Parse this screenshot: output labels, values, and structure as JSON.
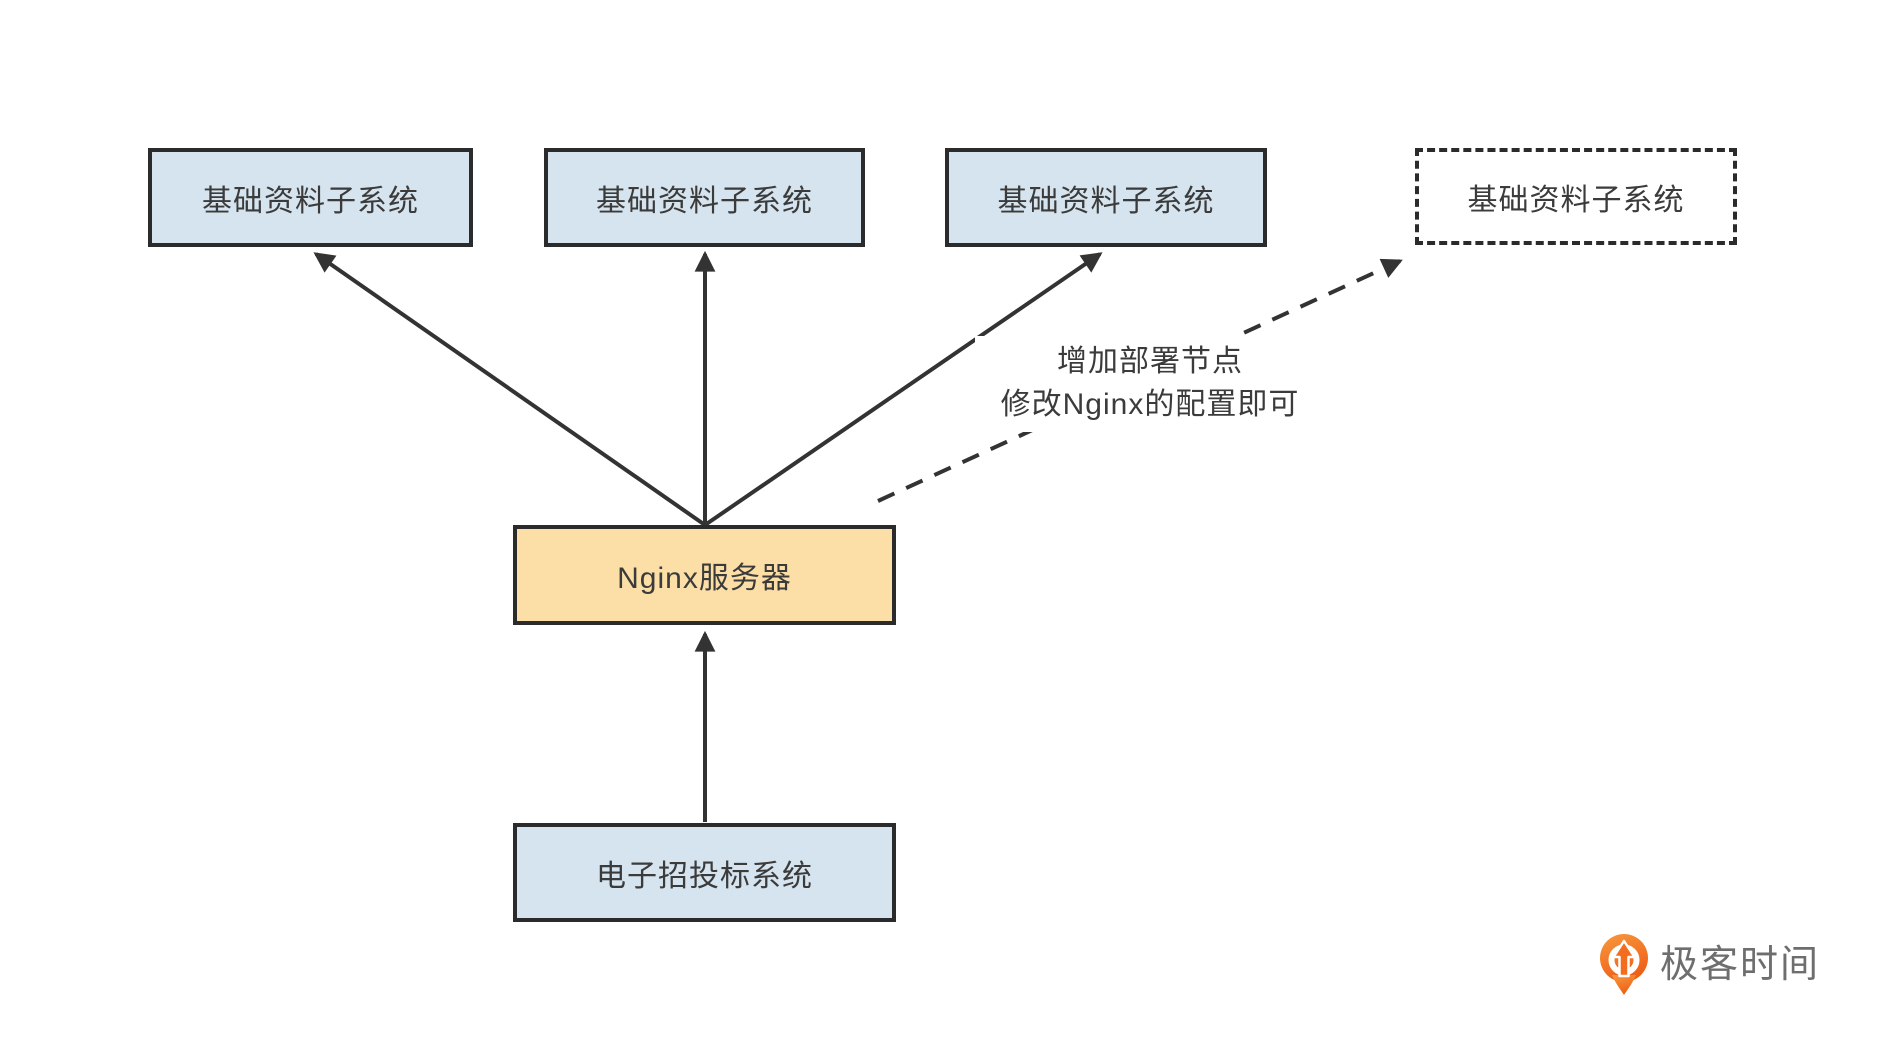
{
  "diagram": {
    "top_boxes": [
      {
        "label": "基础资料子系统"
      },
      {
        "label": "基础资料子系统"
      },
      {
        "label": "基础资料子系统"
      },
      {
        "label": "基础资料子系统"
      }
    ],
    "nginx_box": {
      "label": "Nginx服务器"
    },
    "source_box": {
      "label": "电子招投标系统"
    },
    "annotation": {
      "line1": "增加部署节点",
      "line2": "修改Nginx的配置即可"
    }
  },
  "branding": {
    "logo_text": "极客时间",
    "logo_icon": "geektime-pin-arrow-icon"
  },
  "colors": {
    "box_blue": "#d5e4ee",
    "box_orange": "#fcdfa6",
    "border_line": "#2b2b2b",
    "arrow_line": "#333333",
    "text": "#3b3b3b",
    "brand_orange": "#f26d1d",
    "logo_text_gray": "#6e6e6e",
    "background": "#ffffff"
  }
}
